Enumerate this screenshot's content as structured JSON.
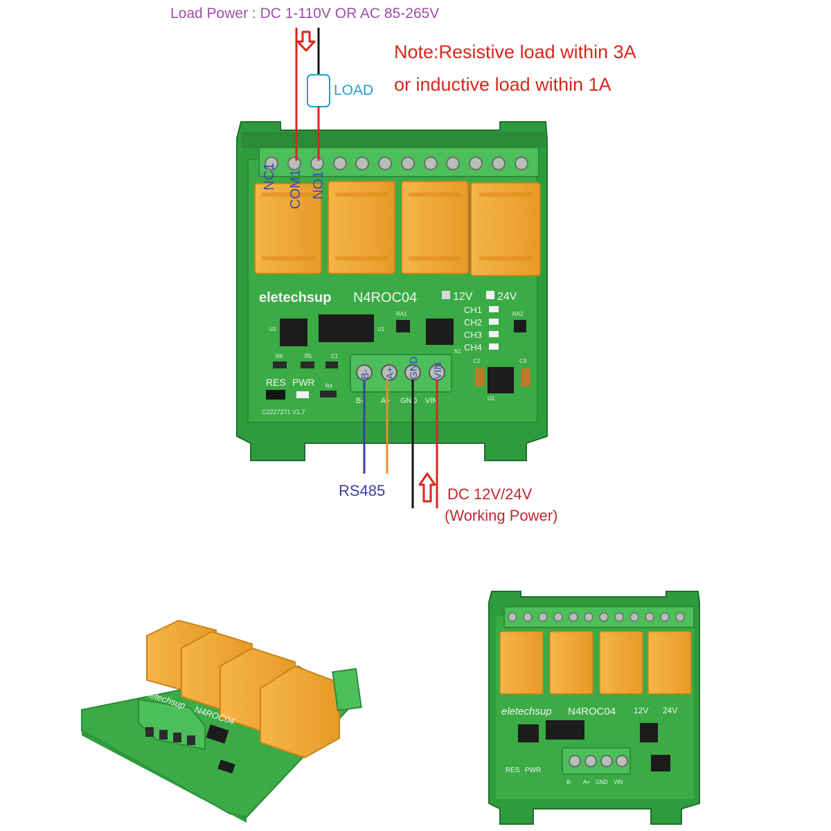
{
  "wiring": {
    "load_power": "Load Power : DC 1-110V OR AC 85-265V",
    "load": "LOAD",
    "note_line1": "Note:Resistive load within 3A",
    "note_line2": "or inductive load within 1A",
    "rs485": "RS485",
    "working_power_line1": "DC 12V/24V",
    "working_power_line2": "(Working Power)"
  },
  "board": {
    "brand": "eletechsup",
    "model": "N4ROC04",
    "opt_12v": "12V",
    "opt_24v": "24V",
    "relay_labels": [
      "NC1",
      "COM1",
      "NO1"
    ],
    "channels": [
      "CH1",
      "CH2",
      "CH3",
      "CH4"
    ],
    "terminal_labels": [
      "B-",
      "A+",
      "GND",
      "VIN"
    ],
    "terminal_marks": [
      "B-",
      "A+",
      "GND",
      "VIN"
    ],
    "res": "RES",
    "pwr": "PWR",
    "refs": [
      "U3",
      "U1",
      "RA1",
      "RA2",
      "N1",
      "C2",
      "C3",
      "R6",
      "R5",
      "C1",
      "R4",
      "U2"
    ],
    "pcb_id": "C2227271 V1.7"
  },
  "colors": {
    "enclosure": "#2e9c3e",
    "pcb": "#3aab45",
    "relay": "#f0a52c",
    "terminal": "#4cbf5a",
    "load_power_text": "#9b4fa6",
    "note_text": "#d9261c",
    "load_text": "#1f9fcf",
    "rs485_text": "#3b3f9e",
    "working_text": "#c0272d"
  }
}
